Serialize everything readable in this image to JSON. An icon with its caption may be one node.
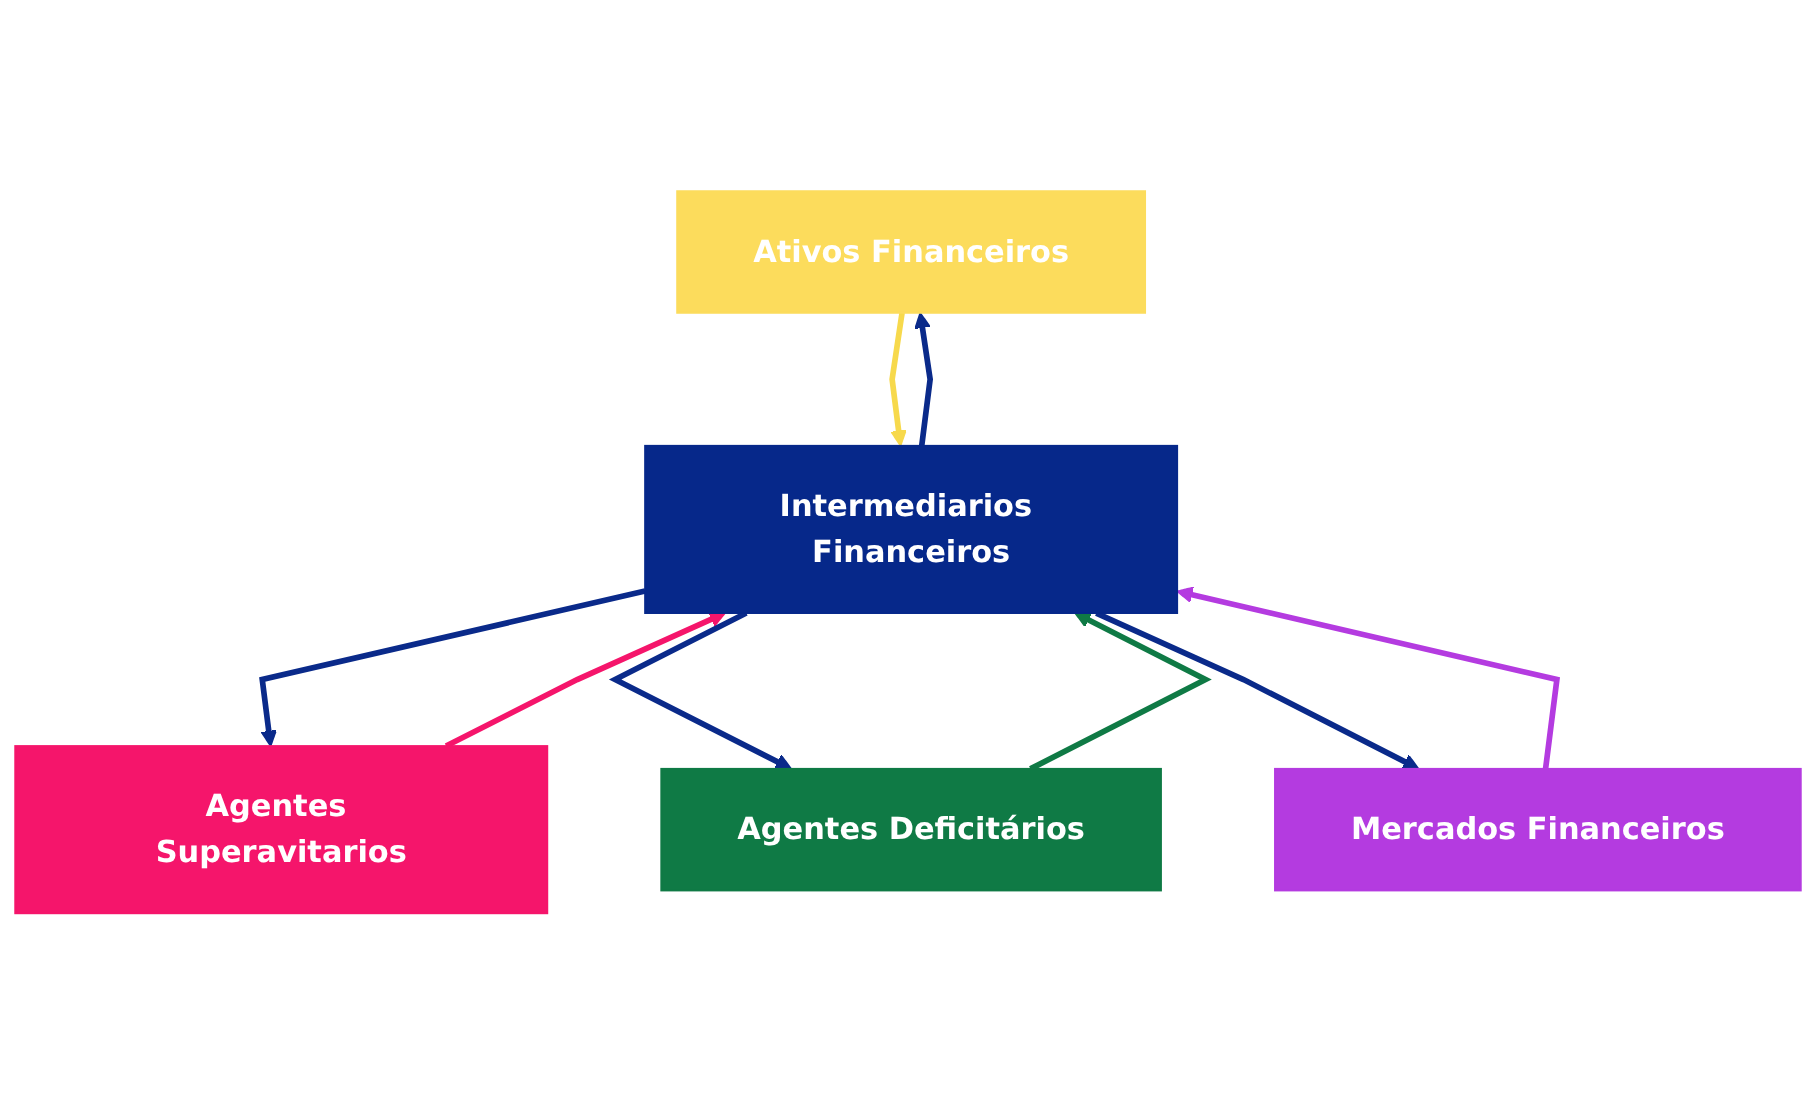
{
  "diagram": {
    "nodes": [
      {
        "text": [
          "Ativos Financeiros"
        ]
      },
      {
        "text": [
          "Agentes Superavitarios"
        ]
      },
      {
        "text": [
          "Intermediarios Financeiros"
        ]
      },
      {
        "text": [
          "Agentes Deficitários"
        ]
      },
      {
        "text": [
          "Mercados Financeiros"
        ]
      }
    ],
    "edges": [
      {
        "from": 2,
        "to": 0,
        "arrow": "to"
      },
      {
        "from": 0,
        "to": 2,
        "arrow": "to",
        "color": "#f7d94c"
      },
      {
        "from": 2,
        "to": 1,
        "arrow": "to"
      },
      {
        "from": 1,
        "to": 2,
        "arrow": "to",
        "color": "#f5156b"
      },
      {
        "from": 2,
        "to": 3,
        "arrow": "to"
      },
      {
        "from": 3,
        "to": 2,
        "arrow": "to",
        "color": "#0f7a45"
      },
      {
        "from": 2,
        "to": 4,
        "arrow": "to"
      },
      {
        "from": 4,
        "to": 2,
        "arrow": "to",
        "color": "#b43be0"
      }
    ]
  }
}
